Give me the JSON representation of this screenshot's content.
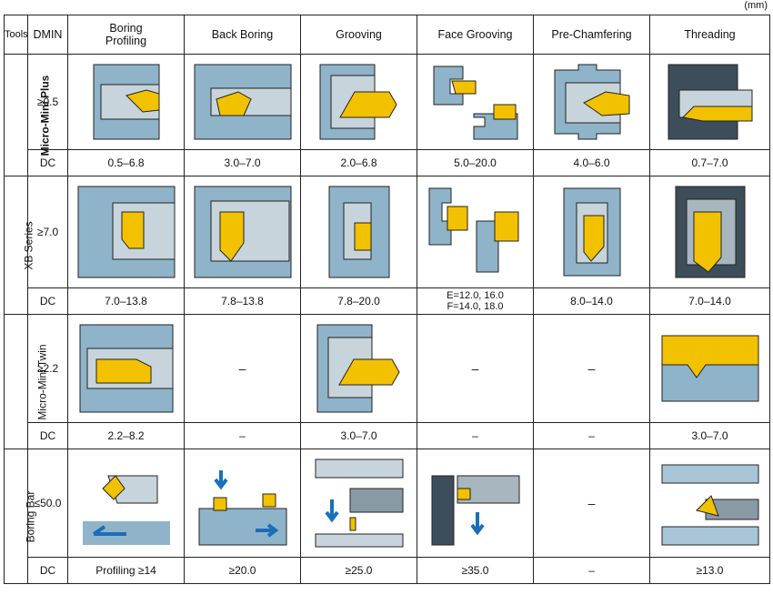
{
  "unit_label": "(mm)",
  "header": {
    "tools": "Tools",
    "dmin": "DMIN",
    "cols": [
      "Boring\nProfiling",
      "Back Boring",
      "Grooving",
      "Face Grooving",
      "Pre-Chamfering",
      "Threading"
    ]
  },
  "rows": [
    {
      "series": "Micro-Mini Plus",
      "dmin": "≥0.5",
      "dc_label": "DC",
      "dc": [
        "0.5–6.8",
        "3.0–7.0",
        "2.0–6.8",
        "5.0–20.0",
        "4.0–6.0",
        "0.7–7.0"
      ]
    },
    {
      "series": "XB Series",
      "dmin": "≥7.0",
      "dc_label": "DC",
      "dc": [
        "7.0–13.8",
        "7.8–13.8",
        "7.8–20.0",
        "E=12.0, 16.0\nF=14.0, 18.0",
        "8.0–14.0",
        "7.0–14.0"
      ]
    },
    {
      "series": "Micro-Mini Twin",
      "dmin": "≥2.2",
      "dc_label": "DC",
      "dc": [
        "2.2–8.2",
        "–",
        "3.0–7.0",
        "–",
        "–",
        "3.0–7.0"
      ],
      "img_dash": [
        "",
        "–",
        "",
        "–",
        "–",
        ""
      ]
    },
    {
      "series": "Boring Bar",
      "dmin": "≤50.0",
      "dc_label": "DC",
      "dc": [
        "Profiling ≥14",
        "≥20.0",
        "≥25.0",
        "≥35.0",
        "–",
        "≥13.0"
      ],
      "img_dash": [
        "",
        "",
        "",
        "",
        "–",
        ""
      ]
    }
  ],
  "colors": {
    "work": "#8fb3c8",
    "insert": "#f2c200",
    "tool": "#c8d4dc",
    "arrow": "#1a6fb8"
  }
}
